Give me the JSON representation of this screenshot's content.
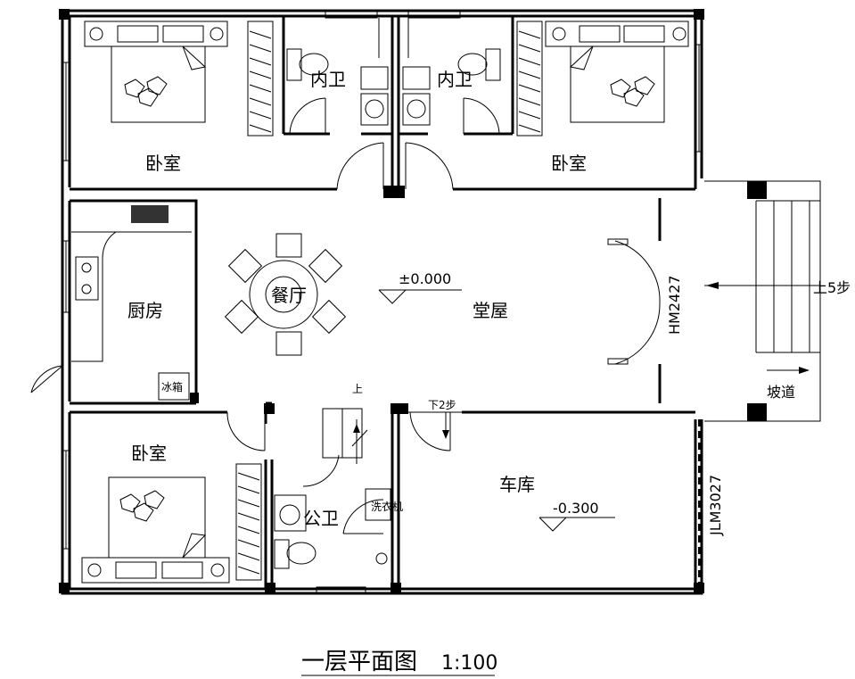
{
  "title": "一层平面图",
  "scale": "1:100",
  "rooms": {
    "bedroom_nw": "卧室",
    "bath_left": "内卫",
    "bath_right": "内卫",
    "bedroom_ne": "卧室",
    "kitchen": "厨房",
    "fridge": "冰箱",
    "dining": "餐厅",
    "hall": "堂屋",
    "bedroom_sw": "卧室",
    "public_bath": "公卫",
    "washer": "洗衣机",
    "garage": "车库"
  },
  "levels": {
    "hall": "±0.000",
    "garage": "-0.300"
  },
  "stairs": {
    "up": "上",
    "down": "下2步"
  },
  "entrance": {
    "door_code": "HM2427",
    "steps": "上5步",
    "ramp": "坡道"
  },
  "garage_door": "JLM3027"
}
